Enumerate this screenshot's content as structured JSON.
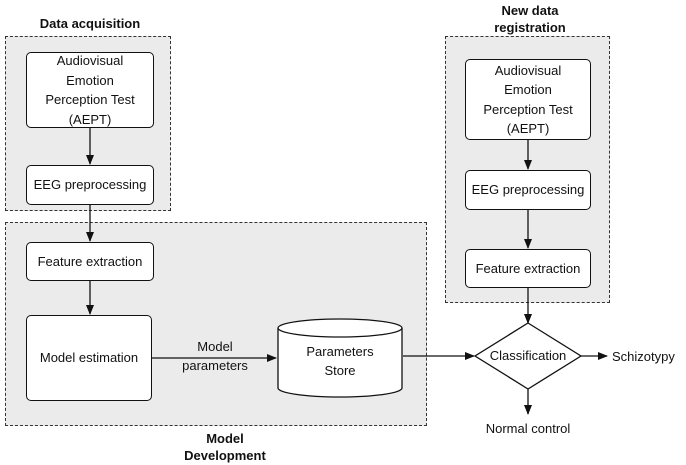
{
  "groups": {
    "acquisition": {
      "title": "Data acquisition"
    },
    "new_data": {
      "title": "New data\nregistration"
    },
    "model_dev": {
      "title": "Model\nDevelopment"
    }
  },
  "nodes": {
    "aept_left": "Audiovisual\nEmotion\nPerception Test\n(AEPT)",
    "eeg_left": "EEG preprocessing",
    "feat_left": "Feature extraction",
    "model_est": "Model estimation",
    "params_store": "Parameters\nStore",
    "aept_right": "Audiovisual\nEmotion\nPerception Test\n(AEPT)",
    "eeg_right": "EEG preprocessing",
    "feat_right": "Feature extraction",
    "classification": "Classification"
  },
  "edge_labels": {
    "model_params": "Model\nparameters"
  },
  "outputs": {
    "schizotypy": "Schizotypy",
    "normal": "Normal control"
  },
  "colors": {
    "group_bg": "#ebebeb",
    "stroke": "#111111"
  }
}
